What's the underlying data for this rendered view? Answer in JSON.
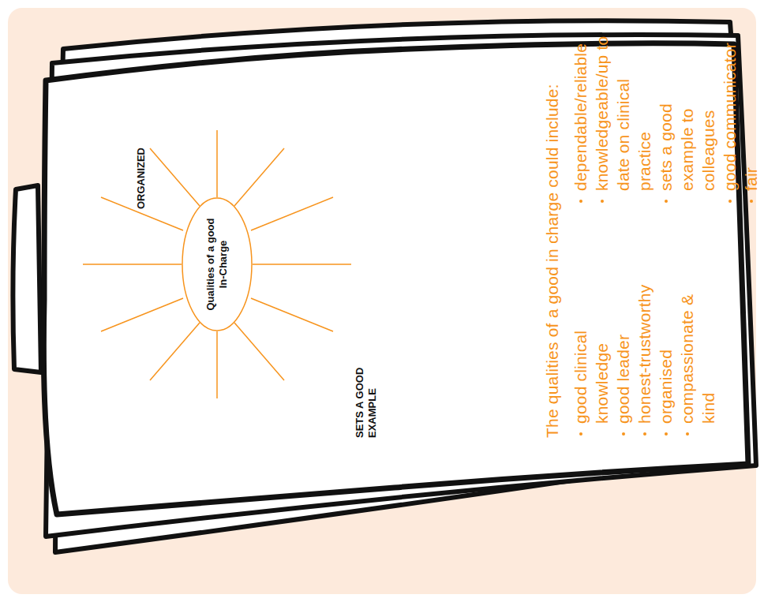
{
  "diagram": {
    "nodes": [
      {
        "text": [
          "Qualities of a good In-Charge"
        ]
      }
    ],
    "labels": [
      "ORGANIZED",
      "SETS A GOOD EXAMPLE",
      "The qualities of a good in charge could include:",
      "good clinical knowledge",
      "good leader",
      "honest-trustworthy",
      "organised",
      "compassionate & kind",
      "dependable/reliable",
      "knowledgeable/up to date on clinical practice",
      "sets a good example to colleagues",
      "good communicator",
      "fair"
    ]
  }
}
